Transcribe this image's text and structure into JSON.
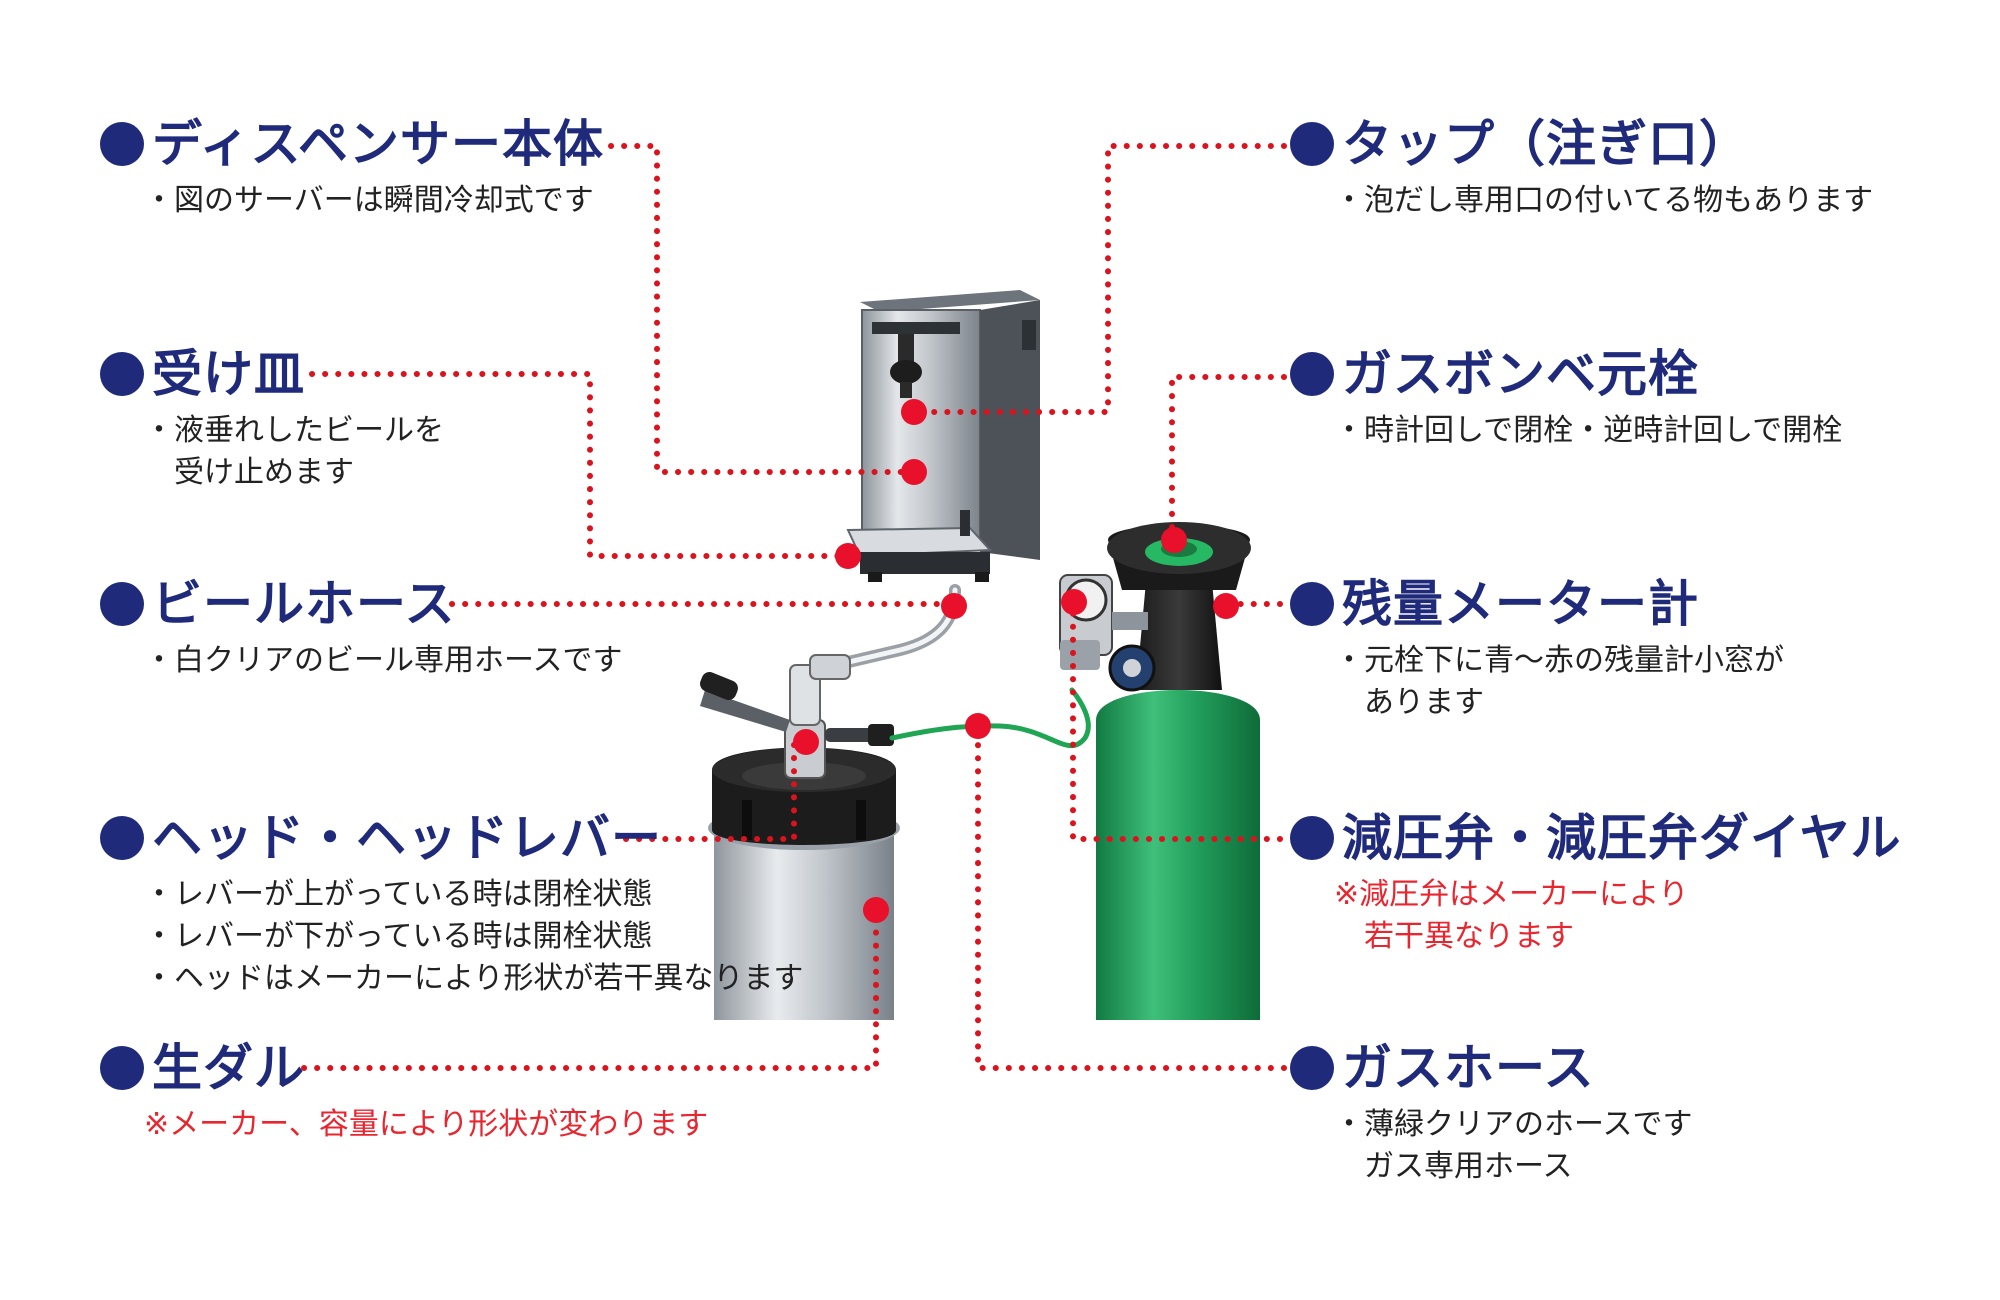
{
  "colors": {
    "title": "#1f2b7a",
    "text": "#222222",
    "note": "#e8262f",
    "leader": "#d9141e",
    "gas_cylinder": "#1f9e5a",
    "keg": "#b9bec4"
  },
  "callouts": {
    "dispenser": {
      "title": "ディスペンサー本体",
      "lines": [
        "・図のサーバーは瞬間冷却式です"
      ]
    },
    "drip_tray": {
      "title": "受け皿",
      "lines": [
        "・液垂れしたビールを",
        "　受け止めます"
      ]
    },
    "beer_hose": {
      "title": "ビールホース",
      "lines": [
        "・白クリアのビール専用ホースです"
      ]
    },
    "head_lever": {
      "title": "ヘッド・ヘッドレバー",
      "lines": [
        "・レバーが上がっている時は閉栓状態",
        "・レバーが下がっている時は開栓状態",
        "・ヘッドはメーカーにより形状が若干異なります"
      ]
    },
    "keg": {
      "title": "生ダル",
      "notes": [
        "※メーカー、容量により形状が変わります"
      ]
    },
    "tap": {
      "title": "タップ（注ぎ口）",
      "lines": [
        "・泡だし専用口の付いてる物もあります"
      ]
    },
    "main_valve": {
      "title": "ガスボンベ元栓",
      "lines": [
        "・時計回しで閉栓・逆時計回しで開栓"
      ]
    },
    "meter": {
      "title": "残量メーター計",
      "lines": [
        "・元栓下に青～赤の残量計小窓が",
        "　あります"
      ]
    },
    "regulator": {
      "title": "減圧弁・減圧弁ダイヤル",
      "notes": [
        "※減圧弁はメーカーにより",
        "　若干異なります"
      ]
    },
    "gas_hose": {
      "title": "ガスホース",
      "lines": [
        "・薄緑クリアのホースです",
        "　ガス専用ホース"
      ]
    }
  }
}
